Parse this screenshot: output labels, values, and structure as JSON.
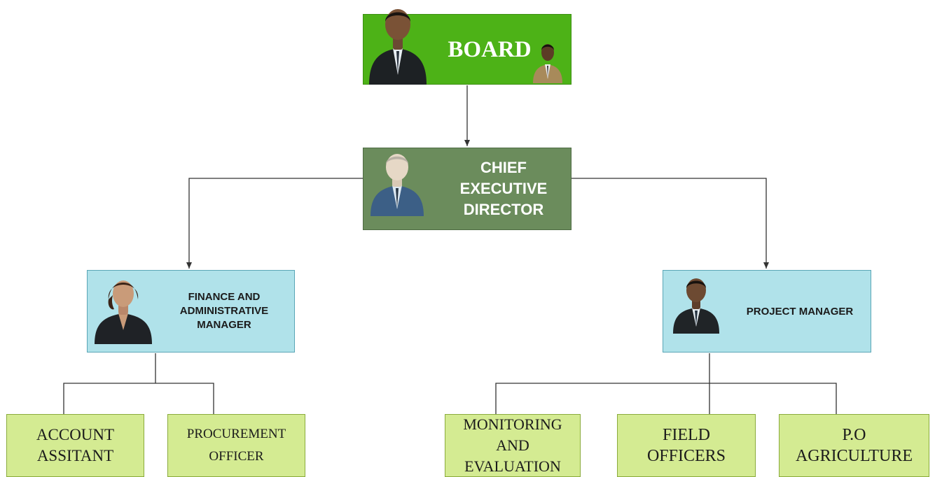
{
  "chart_data": {
    "type": "org-chart",
    "nodes": [
      {
        "id": "board",
        "label": "BOARD"
      },
      {
        "id": "ceo",
        "label": "CHIEF EXECUTIVE DIRECTOR"
      },
      {
        "id": "finance",
        "label": "FINANCE AND ADMINISTRATIVE MANAGER"
      },
      {
        "id": "pm",
        "label": "PROJECT MANAGER"
      },
      {
        "id": "acct",
        "label": "ACCOUNT ASSITANT"
      },
      {
        "id": "proc",
        "label": "PROCUREMENT OFFICER"
      },
      {
        "id": "mon",
        "label": "MONITORING AND EVALUATION"
      },
      {
        "id": "field",
        "label": "FIELD OFFICERS"
      },
      {
        "id": "poag",
        "label": "P.O AGRICULTURE"
      }
    ],
    "edges": [
      {
        "from": "board",
        "to": "ceo",
        "arrow": true
      },
      {
        "from": "ceo",
        "to": "finance",
        "arrow": true
      },
      {
        "from": "ceo",
        "to": "pm",
        "arrow": true
      },
      {
        "from": "finance",
        "to": "acct",
        "arrow": false
      },
      {
        "from": "finance",
        "to": "proc",
        "arrow": false
      },
      {
        "from": "pm",
        "to": "mon",
        "arrow": false
      },
      {
        "from": "pm",
        "to": "field",
        "arrow": false
      },
      {
        "from": "pm",
        "to": "poag",
        "arrow": false
      }
    ]
  },
  "board": {
    "title": "BOARD"
  },
  "ceo": {
    "line1": "CHIEF",
    "line2": "EXECUTIVE",
    "line3": "DIRECTOR"
  },
  "finance": {
    "line1": "FINANCE AND",
    "line2": "ADMINISTRATIVE",
    "line3": "MANAGER"
  },
  "pm": {
    "title": "PROJECT MANAGER"
  },
  "staff": {
    "account": {
      "line1": "ACCOUNT",
      "line2": "ASSITANT"
    },
    "procurement": {
      "line1": "PROCUREMENT",
      "line2": "OFFICER"
    },
    "monitoring": {
      "line1": "MONITORING",
      "line2": "AND",
      "line3": "EVALUATION"
    },
    "field": {
      "line1": "FIELD",
      "line2": "OFFICERS"
    },
    "po_agri": {
      "line1": "P.O",
      "line2": "AGRICULTURE"
    }
  },
  "colors": {
    "board_fill": "#4db217",
    "ceo_fill": "#6b8c5c",
    "manager_fill": "#b0e2ea",
    "staff_fill": "#d4eb92",
    "connector": "#333333"
  },
  "icons": {
    "board": [
      "businessman-dark-suit-icon",
      "businessman-tan-suit-icon"
    ],
    "ceo": "executive-blue-suit-icon",
    "finance": "businesswoman-icon",
    "pm": "businessman-icon"
  }
}
